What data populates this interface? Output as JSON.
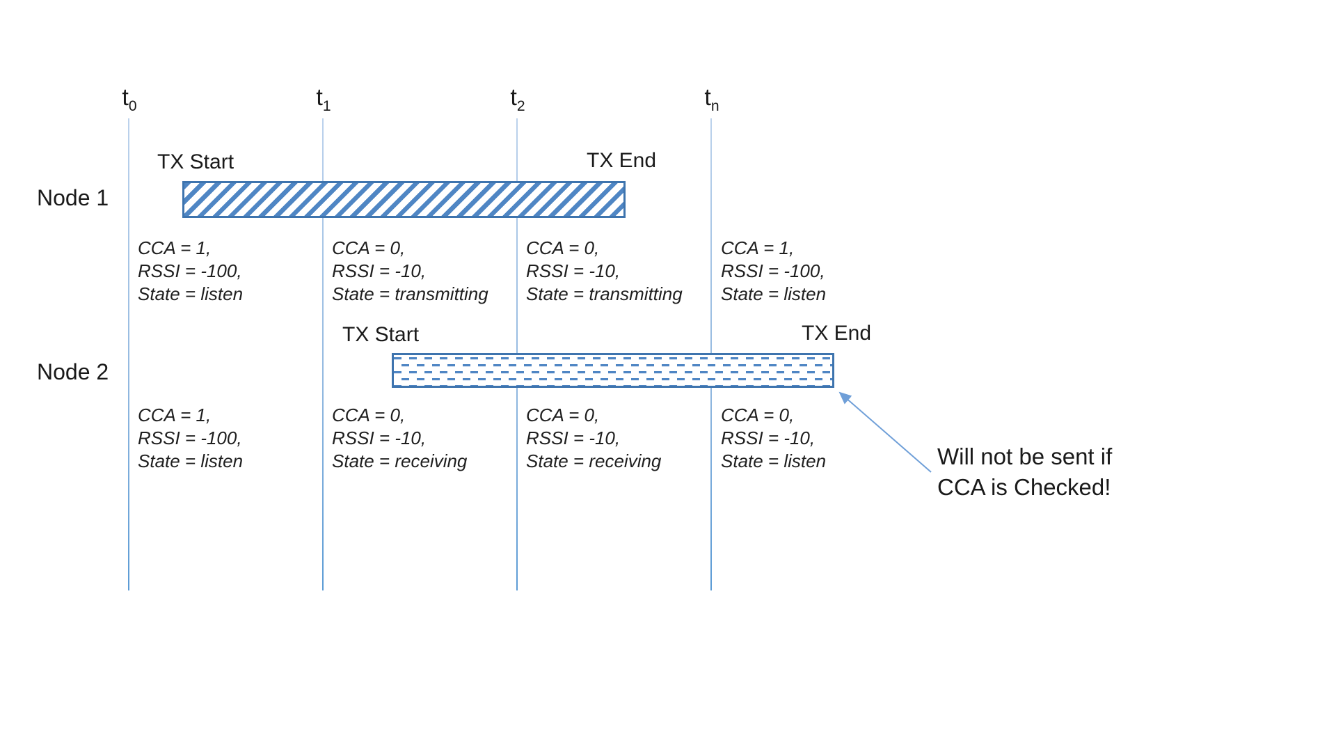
{
  "timeline": {
    "ticks": [
      {
        "symbol": "t",
        "subscript": "0"
      },
      {
        "symbol": "t",
        "subscript": "1"
      },
      {
        "symbol": "t",
        "subscript": "2"
      },
      {
        "symbol": "t",
        "subscript": "n"
      }
    ]
  },
  "nodes": [
    {
      "label": "Node 1",
      "tx_start": "TX Start",
      "tx_end": "TX End",
      "bar_pattern": "diagonal-hatch",
      "states": [
        {
          "cca": "CCA = 1,",
          "rssi": "RSSI = -100,",
          "state": "State = listen"
        },
        {
          "cca": "CCA = 0,",
          "rssi": "RSSI = -10,",
          "state": "State = transmitting"
        },
        {
          "cca": "CCA = 0,",
          "rssi": "RSSI = -10,",
          "state": "State = transmitting"
        },
        {
          "cca": "CCA = 1,",
          "rssi": "RSSI = -100,",
          "state": "State = listen"
        }
      ]
    },
    {
      "label": "Node 2",
      "tx_start": "TX Start",
      "tx_end": "TX End",
      "bar_pattern": "horizontal-dashes",
      "states": [
        {
          "cca": "CCA = 1,",
          "rssi": "RSSI = -100,",
          "state": "State = listen"
        },
        {
          "cca": "CCA = 0,",
          "rssi": "RSSI = -10,",
          "state": "State = receiving"
        },
        {
          "cca": "CCA = 0,",
          "rssi": "RSSI = -10,",
          "state": "State = receiving"
        },
        {
          "cca": "CCA = 0,",
          "rssi": "RSSI = -10,",
          "state": "State = listen"
        }
      ]
    }
  ],
  "annotation": {
    "line1": "Will not be sent if",
    "line2": "CCA is Checked!"
  },
  "colors": {
    "bar_fill": "#4f86c4",
    "bar_border": "#3e74ae",
    "timeline_line": "#9fc0e4",
    "arrow": "#6f9fd8",
    "text": "#1f1f1f"
  }
}
